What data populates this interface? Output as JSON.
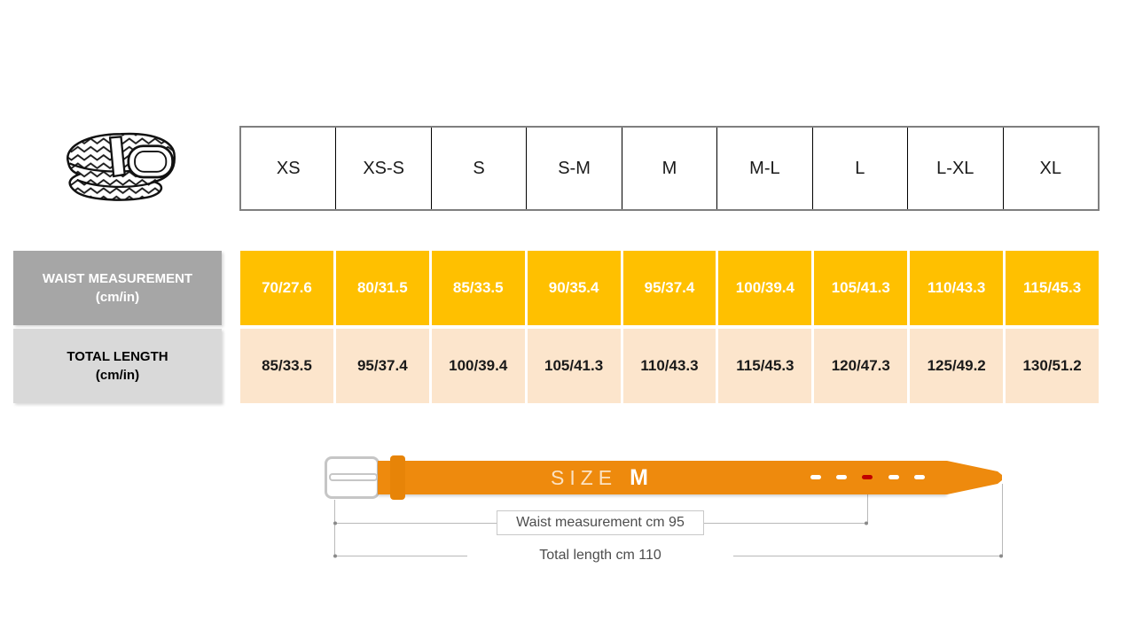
{
  "size_table": {
    "sizes": [
      "XS",
      "XS-S",
      "S",
      "S-M",
      "M",
      "M-L",
      "L",
      "L-XL",
      "XL"
    ],
    "waist": {
      "label_line1": "WAIST MEASUREMENT",
      "label_line2": "(cm/in)",
      "values": [
        "70/27.6",
        "80/31.5",
        "85/33.5",
        "90/35.4",
        "95/37.4",
        "100/39.4",
        "105/41.3",
        "110/43.3",
        "115/45.3"
      ]
    },
    "total_length": {
      "label_line1": "TOTAL LENGTH",
      "label_line2": "(cm/in)",
      "values": [
        "85/33.5",
        "95/37.4",
        "100/39.4",
        "105/41.3",
        "110/43.3",
        "115/45.3",
        "120/47.3",
        "125/49.2",
        "130/51.2"
      ]
    }
  },
  "diagram": {
    "size_word": "SIZE",
    "size_value": "M",
    "waist_annotation": "Waist measurement cm 95",
    "length_annotation": "Total length cm 110",
    "hole_count": 5,
    "highlighted_hole_index": 3
  },
  "icons": {
    "belt_illustration": "braided-belt-icon"
  },
  "colors": {
    "waist_row_bg": "#FFC000",
    "waist_row_text": "#FFFFFF",
    "length_row_bg": "#FCE5CC",
    "waist_label_bg": "#A6A6A6",
    "length_label_bg": "#D9D9D9",
    "belt_orange": "#EE8A0D",
    "highlight_hole_red": "#C00000"
  }
}
